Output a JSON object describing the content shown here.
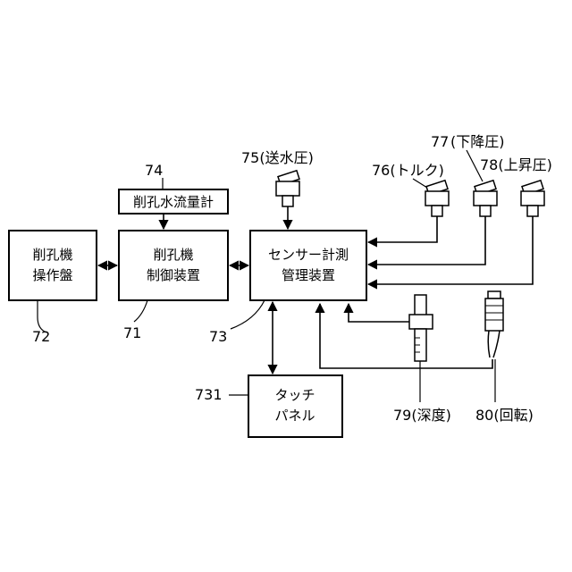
{
  "blocks": {
    "operation_panel": {
      "line1": "削孔機",
      "line2": "操作盤",
      "ref": "72"
    },
    "control_device": {
      "line1": "削孔機",
      "line2": "制御装置",
      "ref": "71"
    },
    "sensor_manager": {
      "line1": "センサー計測",
      "line2": "管理装置",
      "ref": "73"
    },
    "touch_panel": {
      "line1": "タッチ",
      "line2": "パネル",
      "ref": "731"
    },
    "flowmeter": {
      "label": "削孔水流量計",
      "ref": "74"
    }
  },
  "sensors": {
    "water_pressure": "75(送水圧)",
    "torque": "76(トルク)",
    "down_pressure_num": "77",
    "down_pressure_name": "(下降圧)",
    "up_pressure": "78(上昇圧)",
    "depth": "79(深度)",
    "rotation": "80(回転)"
  }
}
